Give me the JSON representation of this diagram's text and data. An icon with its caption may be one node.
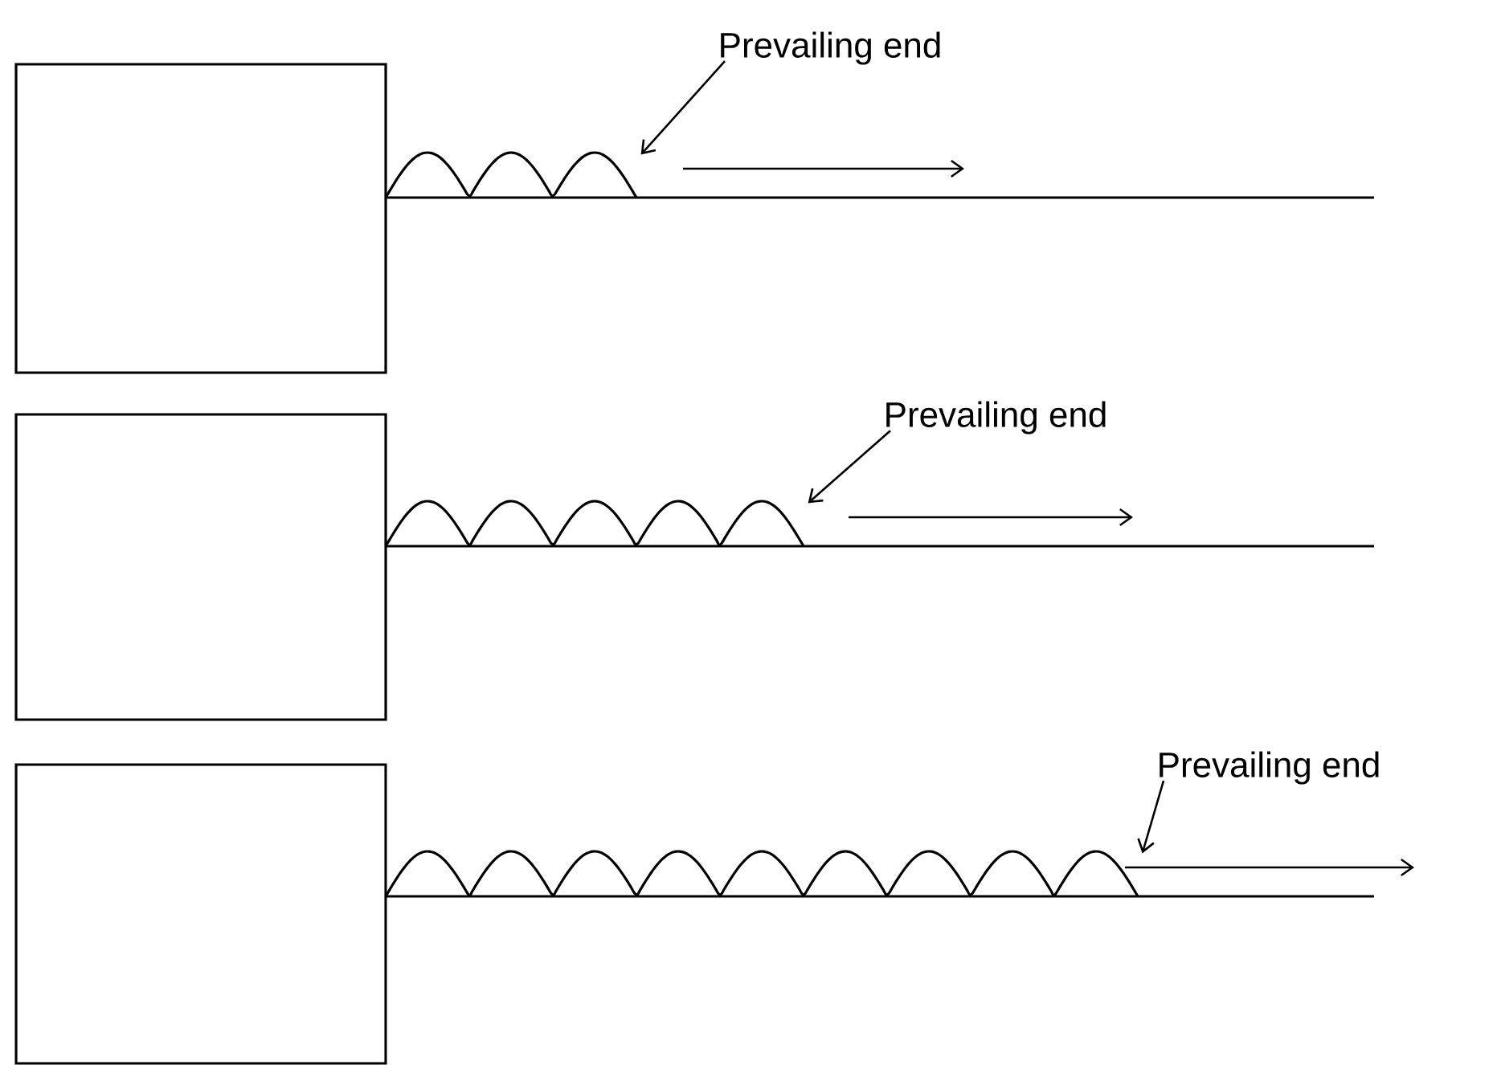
{
  "diagram": {
    "nodes": [
      {
        "text": [],
        "shape": "box"
      },
      {
        "text": [],
        "shape": "box"
      },
      {
        "text": [],
        "shape": "box"
      },
      {
        "text": [
          "Prevailing end"
        ]
      },
      {
        "text": [
          "Prevailing end"
        ]
      },
      {
        "text": [
          "Prevailing end"
        ]
      },
      {
        "text": [],
        "shape": "picture"
      },
      {
        "text": [],
        "shape": "picture"
      },
      {
        "text": [],
        "shape": "picture"
      }
    ],
    "edges": [
      {
        "from": 3,
        "to": 6,
        "arrow": "to"
      },
      {
        "from": 4,
        "to": 7,
        "arrow": "to"
      },
      {
        "from": 5,
        "to": 8,
        "arrow": "to"
      }
    ]
  }
}
